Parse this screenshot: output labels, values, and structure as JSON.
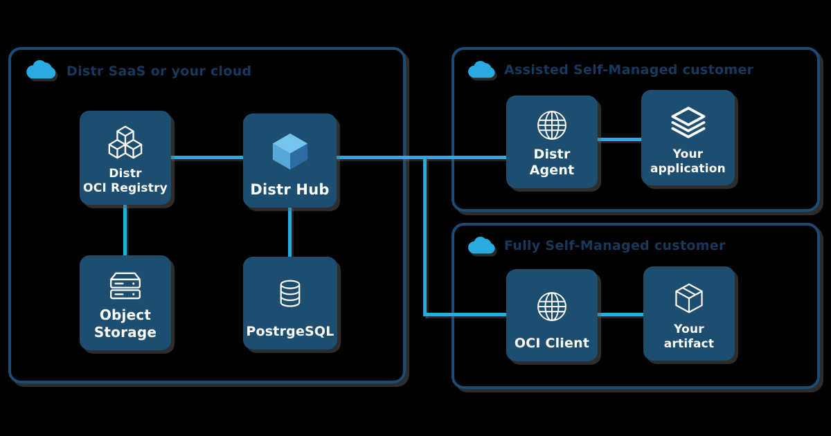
{
  "colors": {
    "background": "#000000",
    "accent_line": "#29abe2",
    "cloud_fill": "#29abe2",
    "panel_border": "#1c4c74",
    "panel_label_text": "#18395c",
    "node_fill": "#1d4e70",
    "node_text": "#ffffff",
    "cube_top": "#75c4ec",
    "cube_left": "#57a8d8",
    "cube_right": "#2d6da4"
  },
  "panels": {
    "left": {
      "icon": "cloud-icon",
      "label": "Distr SaaS or your cloud"
    },
    "top_right": {
      "icon": "cloud-icon",
      "label": "Assisted Self-Managed customer"
    },
    "bottom_right": {
      "icon": "cloud-icon",
      "label": "Fully Self-Managed customer"
    }
  },
  "nodes": {
    "registry": {
      "icon": "cubes-stack-icon",
      "line1": "Distr",
      "line2": "OCI Registry"
    },
    "hub": {
      "icon": "distr-cube-icon",
      "line1": "Distr Hub"
    },
    "storage": {
      "icon": "server-stack-icon",
      "line1": "Object",
      "line2": "Storage"
    },
    "postgres": {
      "icon": "database-icon",
      "line1": "PostrgeSQL"
    },
    "agent": {
      "icon": "globe-icon",
      "line1": "Distr Agent"
    },
    "application": {
      "icon": "layers-icon",
      "line1": "Your",
      "line2": "application"
    },
    "oci_client": {
      "icon": "globe-icon",
      "line1": "OCI Client"
    },
    "artifact": {
      "icon": "package-icon",
      "line1": "Your",
      "line2": "artifact"
    }
  },
  "edges": [
    [
      "registry",
      "hub"
    ],
    [
      "registry",
      "storage"
    ],
    [
      "hub",
      "postgres"
    ],
    [
      "hub",
      "agent"
    ],
    [
      "hub",
      "oci_client"
    ],
    [
      "agent",
      "application"
    ],
    [
      "oci_client",
      "artifact"
    ]
  ]
}
